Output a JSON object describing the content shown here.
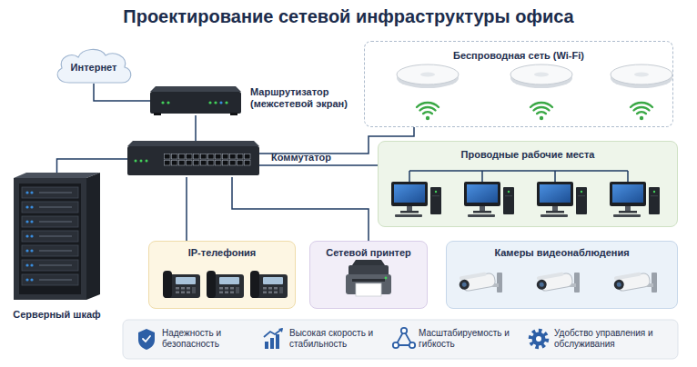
{
  "diagram": {
    "title": "Проектирование сетевой инфраструктуры офиса",
    "nodes": [
      {
        "text": [
          "Интернет"
        ]
      },
      {
        "text": [
          "Беспроводная сеть (Wi-Fi)"
        ]
      },
      {
        "text": [
          "Маршрутизатор (межсетевой экран)"
        ]
      },
      {
        "text": [
          "Коммутатор"
        ]
      },
      {
        "text": [
          "Проводные рабочие места"
        ]
      },
      {
        "text": [
          "Серверный шкаф"
        ]
      },
      {
        "text": [
          "IP-телефония"
        ]
      },
      {
        "text": [
          "Сетевой принтер"
        ]
      },
      {
        "text": [
          "Камеры видеонаблюдения"
        ]
      }
    ],
    "edges": [
      {
        "from": 0,
        "to": 2,
        "arrow": "none"
      },
      {
        "from": 2,
        "to": 3,
        "arrow": "none"
      },
      {
        "from": 3,
        "to": 5,
        "arrow": "none"
      },
      {
        "from": 3,
        "to": 1,
        "arrow": "none"
      },
      {
        "from": 3,
        "to": 4,
        "arrow": "none"
      },
      {
        "from": 3,
        "to": 6,
        "arrow": "none"
      },
      {
        "from": 3,
        "to": 7,
        "arrow": "none"
      }
    ],
    "labels": [
      "Надежность и безопасность",
      "Высокая скорость и стабильность",
      "Масштабируемость и гибкость",
      "Удобство управления и обслуживания"
    ]
  }
}
